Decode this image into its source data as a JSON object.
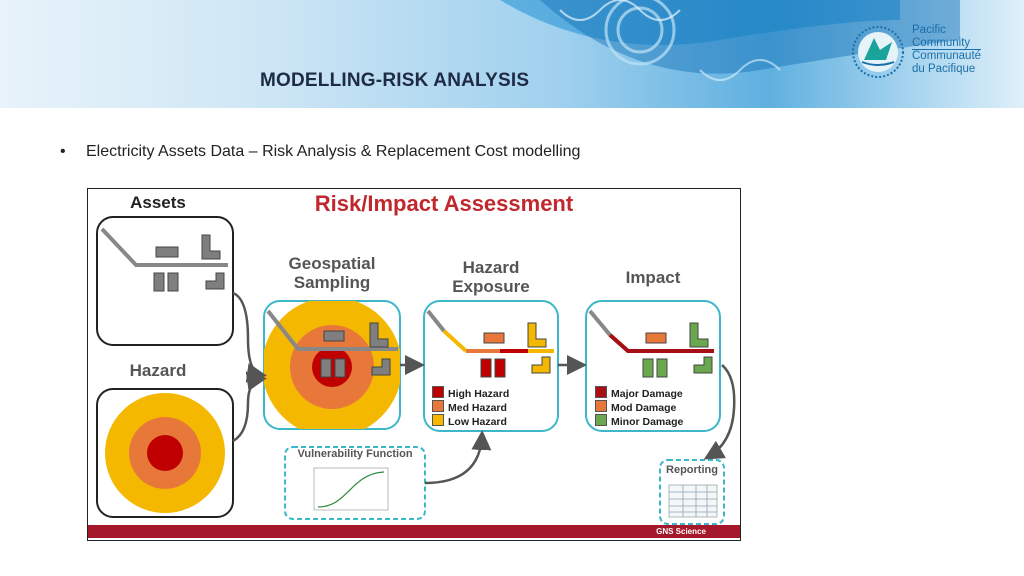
{
  "slide": {
    "title": "MODELLING-RISK ANALYSIS",
    "bullet": "Electricity Assets Data – Risk Analysis & Replacement Cost modelling"
  },
  "logo": {
    "line1": "Pacific",
    "line2": "Community",
    "line3": "Communauté",
    "line4": "du Pacifique"
  },
  "figure": {
    "assets_label": "Assets",
    "main_title": "Risk/Impact Assessment",
    "geospatial_line1": "Geospatial",
    "geospatial_line2": "Sampling",
    "hazard_exposure_line1": "Hazard",
    "hazard_exposure_line2": "Exposure",
    "impact_label": "Impact",
    "hazard_label": "Hazard",
    "vulnerability_label": "Vulnerability Function",
    "reporting_label": "Reporting",
    "footer_credit": "GNS Science",
    "hazard_legend": [
      "High Hazard",
      "Med Hazard",
      "Low Hazard"
    ],
    "damage_legend": [
      "Major Damage",
      "Mod Damage",
      "Minor Damage"
    ],
    "colors": {
      "title_red": "#c0282d",
      "high": "#c00000",
      "med": "#e8773a",
      "low": "#f5b800",
      "minor": "#6aa84f",
      "teal_border": "#3cb7c9",
      "footer": "#a5182b",
      "asset_grey": "#7f7f7f"
    }
  }
}
